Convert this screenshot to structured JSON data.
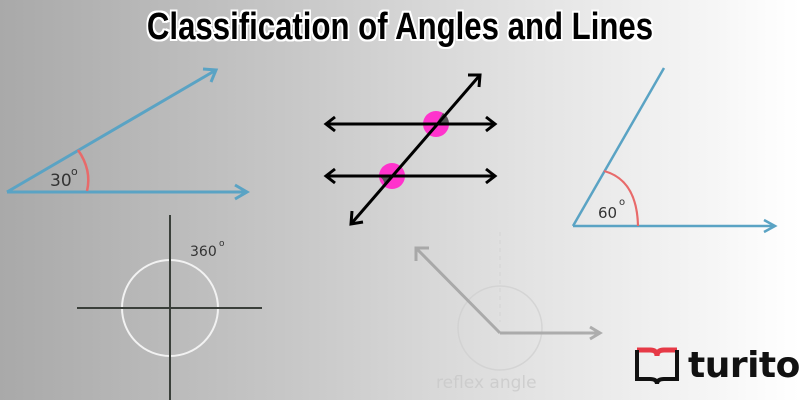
{
  "title": "Classification of Angles and Lines",
  "diagrams": {
    "acute_30": {
      "label": "30°",
      "line_color": "#5aa3c4",
      "arc_color": "#e86a6a"
    },
    "acute_60": {
      "label": "60°",
      "line_color": "#5aa3c4",
      "arc_color": "#e86a6a"
    },
    "parallel_transversal": {
      "line_color": "#000000",
      "angle_highlight": "#ff33cc",
      "angle_dark": "#555555"
    },
    "complete_angle": {
      "label": "360°",
      "axis_color": "#3a3f3a",
      "circle_color": "#f0f0f0"
    },
    "reflex_angle": {
      "label": "reflex angle",
      "line_color": "#9a9a9a"
    }
  },
  "logo": {
    "text": "turito",
    "icon": "open-book-icon",
    "icon_top_color": "#e63946",
    "icon_bottom_color": "#111111"
  }
}
